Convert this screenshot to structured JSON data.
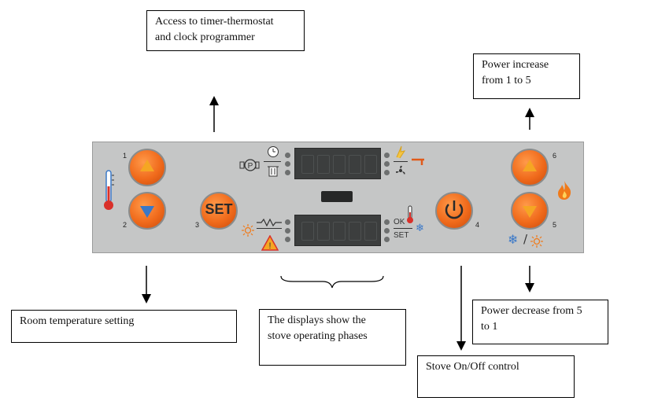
{
  "callouts": {
    "timer": "Access to timer-thermostat\nand clock programmer",
    "power_increase": "Power increase\nfrom 1 to 5",
    "room_temp": "Room temperature setting",
    "displays": "The displays show the\nstove operating phases",
    "power_decrease": "Power decrease from 5\nto 1",
    "on_off": "Stove On/Off control"
  },
  "panel": {
    "button_numbers": [
      "1",
      "2",
      "3",
      "4",
      "5",
      "6"
    ],
    "set_label": "SET",
    "ok_label": "OK",
    "set_small_label": "SET",
    "left_icon_p": "P"
  },
  "colors": {
    "button_orange": "#f06a1b",
    "panel_gray": "#c5c6c6",
    "display_dark": "#3c3e3e",
    "arrow_blue": "#3a78c8",
    "flame": "#f07a1a"
  }
}
